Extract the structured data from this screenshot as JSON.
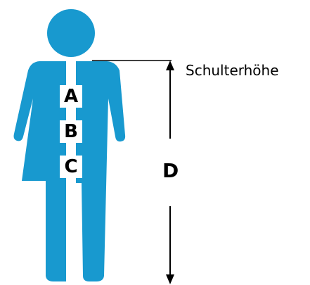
{
  "figure": {
    "fill_color": "#1899cf",
    "line_color": "#000000",
    "icon": "unisex-person-icon"
  },
  "markers": {
    "a": "A",
    "b": "B",
    "c": "C"
  },
  "dimension": {
    "shoulder_label": "Schulterhöhe",
    "height_label": "D"
  }
}
